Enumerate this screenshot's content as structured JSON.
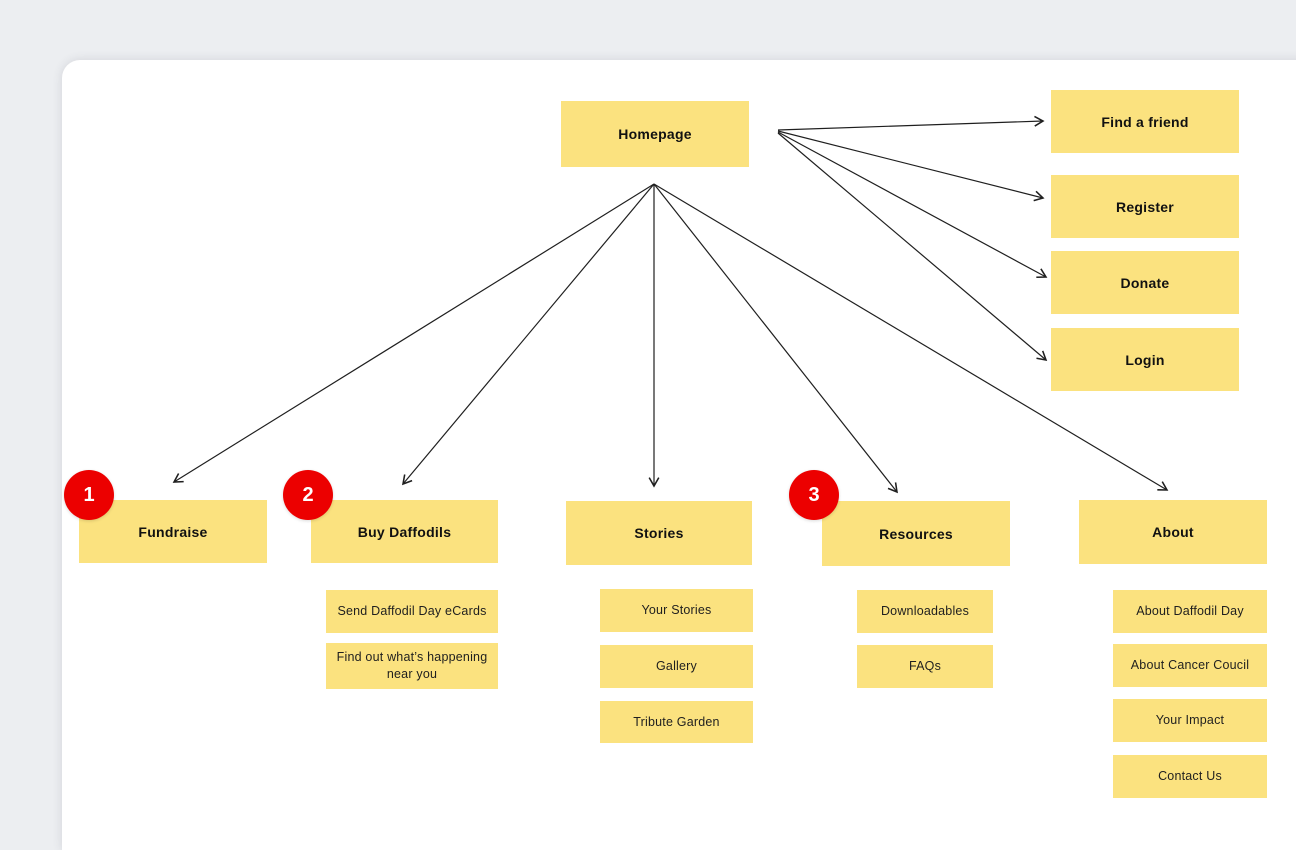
{
  "colors": {
    "background": "#eceef1",
    "card": "#ffffff",
    "node_fill": "#fbe27f",
    "node_text": "#111111",
    "badge_fill": "#ec0000",
    "badge_text": "#ffffff",
    "arrow": "#1f1f1f"
  },
  "nodes": {
    "homepage": {
      "label": "Homepage"
    },
    "right": [
      {
        "label": "Find a friend"
      },
      {
        "label": "Register"
      },
      {
        "label": "Donate"
      },
      {
        "label": "Login"
      }
    ],
    "sections": [
      {
        "label": "Fundraise",
        "badge": "1",
        "children": []
      },
      {
        "label": "Buy Daffodils",
        "badge": "2",
        "children": [
          "Send Daffodil Day eCards",
          "Find out what’s happening near you"
        ]
      },
      {
        "label": "Stories",
        "children": [
          "Your Stories",
          "Gallery",
          "Tribute Garden"
        ]
      },
      {
        "label": "Resources",
        "badge": "3",
        "children": [
          "Downloadables",
          "FAQs"
        ]
      },
      {
        "label": "About",
        "children": [
          "About Daffodil Day",
          "About Cancer Coucil",
          "Your Impact",
          "Contact Us"
        ]
      }
    ]
  },
  "edges": [
    {
      "from": "Homepage",
      "to": "Find a friend"
    },
    {
      "from": "Homepage",
      "to": "Register"
    },
    {
      "from": "Homepage",
      "to": "Donate"
    },
    {
      "from": "Homepage",
      "to": "Login"
    },
    {
      "from": "Homepage",
      "to": "Fundraise"
    },
    {
      "from": "Homepage",
      "to": "Buy Daffodils"
    },
    {
      "from": "Homepage",
      "to": "Stories"
    },
    {
      "from": "Homepage",
      "to": "Resources"
    },
    {
      "from": "Homepage",
      "to": "About"
    }
  ]
}
